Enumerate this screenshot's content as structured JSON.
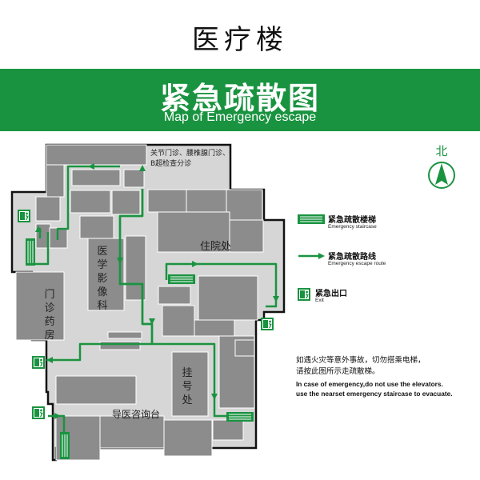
{
  "header": {
    "building_name": "医疗楼",
    "title": "紧急疏散图",
    "subtitle": "Map of Emergency escape"
  },
  "compass": {
    "label": "北"
  },
  "rooms": {
    "outpatient_top": "关节门诊、腰椎腺门诊、",
    "outpatient_top_2": "B超检查分诊",
    "imaging": [
      "医",
      "学",
      "影",
      "像",
      "科"
    ],
    "admission": "住院处",
    "pharmacy": [
      "门",
      "诊",
      "药",
      "房"
    ],
    "registration": [
      "挂",
      "号",
      "处"
    ],
    "info_desk": "导医咨询台"
  },
  "legend": {
    "staircase_cn": "紧急疏散楼梯",
    "staircase_en": "Emergency staircase",
    "route_cn": "紧急疏散路线",
    "route_en": "Emergency escape route",
    "exit_cn": "紧急出口",
    "exit_en": "Exit"
  },
  "notice": {
    "cn_line1": "如遇火灾等意外事故，切勿搭乘电梯，",
    "cn_line2": "请按此图所示走疏散梯。",
    "en_line1": "In case of emergency,do not use the elevators.",
    "en_line2": "use the nearset emergency staircase to evacuate."
  },
  "colors": {
    "brand_green": "#1a9340",
    "room_gray": "#8c8c8c",
    "corridor_gray": "#d6d6d6",
    "wall": "#111111"
  }
}
